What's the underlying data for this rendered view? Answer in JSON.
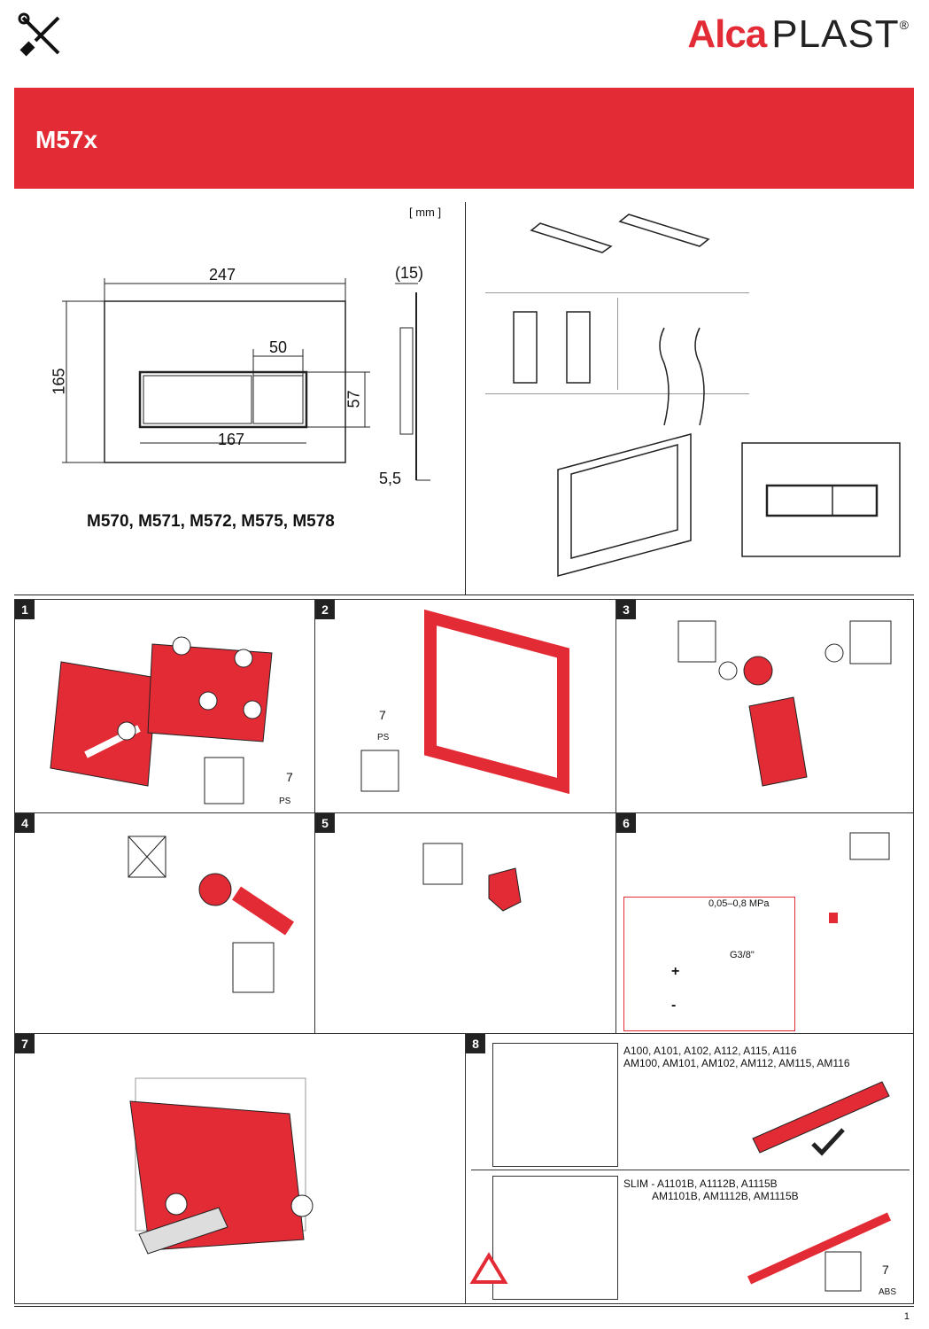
{
  "header": {
    "brand_red": "Alca",
    "brand_dark": "PLAST",
    "brand_mark": "®",
    "tools_icon": "wrench-screwdriver-icon",
    "accent_color": "#e32b35"
  },
  "banner": {
    "title": "M57x"
  },
  "drawing": {
    "unit": "[ mm ]",
    "dim_width": "247",
    "dim_height": "165",
    "dim_depth": "(15)",
    "dim_button_gap": "50",
    "dim_button_height": "57",
    "dim_button_width": "167",
    "dim_offset": "5,5",
    "models": "M570, M571, M572, M575, M578"
  },
  "steps": [
    {
      "number": "1"
    },
    {
      "number": "2"
    },
    {
      "number": "3"
    },
    {
      "number": "4"
    },
    {
      "number": "5"
    },
    {
      "number": "6"
    },
    {
      "number": "7"
    },
    {
      "number": "8"
    }
  ],
  "step1": {
    "recycle_code": "7",
    "recycle_material": "PS"
  },
  "step2": {
    "recycle_code": "7",
    "recycle_material": "PS"
  },
  "step6": {
    "pressure": "0,05–0,8 MPa",
    "thread": "G3/8\"",
    "plus": "+",
    "minus": "-"
  },
  "step8": {
    "models_line1": "A100, A101, A102, A112, A115, A116",
    "models_line2": "AM100, AM101, AM102, AM112, AM115, AM116",
    "slim_line1": "SLIM - A1101B, A1112B, A1115B",
    "slim_line2": "AM1101B, AM1112B, AM1115B",
    "recycle_code": "7",
    "recycle_material": "ABS"
  },
  "page_number": "1"
}
